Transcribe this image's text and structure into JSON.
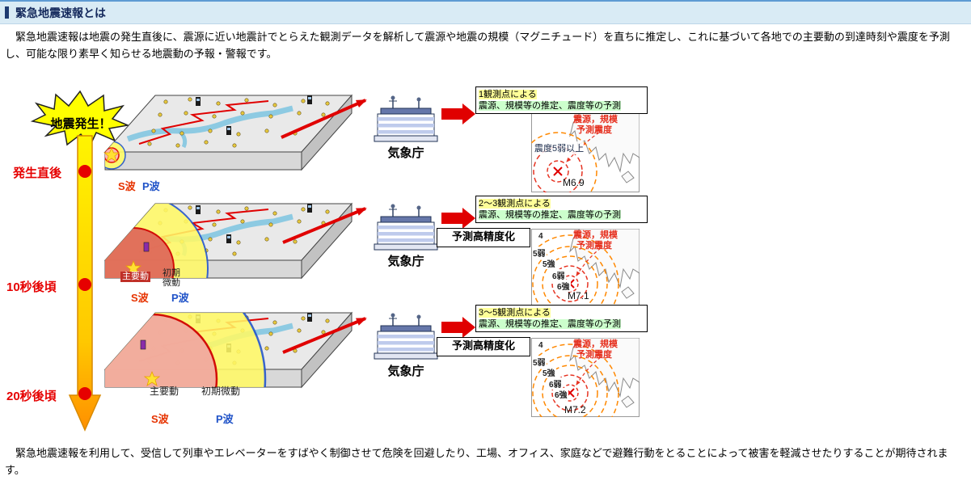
{
  "header": {
    "title": "緊急地震速報とは"
  },
  "intro": {
    "text": "　緊急地震速報は地震の発生直後に、震源に近い地震計でとらえた観測データを解析して震源や地震の規模（マグニチュード）を直ちに推定し、これに基づいて各地での主要動の到達時刻や震度を予測し、可能な限り素早く知らせる地震動の予報・警報です。"
  },
  "outro": {
    "text": "　緊急地震速報を利用して、受信して列車やエレベーターをすばやく制御させて危険を回避したり、工場、オフィス、家庭などで避難行動をとることによって被害を軽減させたりすることが期待されます。"
  },
  "diagram": {
    "burst": "地震発生！",
    "times": [
      "発生直後",
      "10秒後頃",
      "20秒後頃"
    ],
    "agency": "気象庁",
    "accuracy_label": "予測高精度化",
    "waves": {
      "s": "S波",
      "p": "P波",
      "main": "主要動",
      "initial": "初期微動"
    },
    "map_legend": {
      "line1": "震源，規模",
      "line2": "予測震度"
    },
    "intensity_scale": [
      "4",
      "5弱",
      "5強",
      "6弱",
      "6強"
    ],
    "stages": [
      {
        "observation": "1観測点による",
        "prediction": "震源、規模等の推定、震度等の予測",
        "magnitude": "M6.9",
        "intensity_note": "震度5弱以上"
      },
      {
        "observation": "2～3観測点による",
        "prediction": "震源、規模等の推定、震度等の予測",
        "magnitude": "M7.1"
      },
      {
        "observation": "3～5観測点による",
        "prediction": "震源、規模等の推定、震度等の予測",
        "magnitude": "M7.2"
      }
    ]
  },
  "colors": {
    "header_bg": "#D9EBF5",
    "header_text": "#14295C",
    "alert_red": "#E60000",
    "timeline_yellow": "#FFE400",
    "s_wave_red": "#E63300",
    "p_wave_blue": "#2053C8",
    "highlight_yellow": "#FFFF99",
    "highlight_green": "#CCFFCC"
  }
}
